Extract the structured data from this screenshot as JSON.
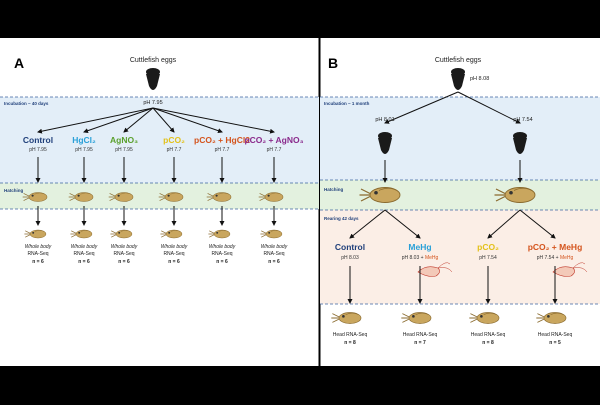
{
  "panelA": {
    "letter": "A",
    "top_label": "Cuttlefish eggs",
    "root_ph": "pH 7.95",
    "band_incubation": "Incubation ~ 40 days",
    "band_hatching": "Hatching",
    "groups": [
      {
        "name": "Control",
        "ph": "pH 7.95",
        "color": "#1f3f7a",
        "label1": "Whole body",
        "label2": "RNA-Seq",
        "n": "n = 6"
      },
      {
        "name": "HgCl₂",
        "ph": "pH 7.95",
        "color": "#2aa0d8",
        "label1": "Whole body",
        "label2": "RNA-Seq",
        "n": "n = 6"
      },
      {
        "name": "AgNO₃",
        "ph": "pH 7.95",
        "color": "#5aa02c",
        "label1": "Whole body",
        "label2": "RNA-Seq",
        "n": "n = 6"
      },
      {
        "name": "pCO₂",
        "ph": "pH 7.7",
        "color": "#e3c11a",
        "label1": "Whole body",
        "label2": "RNA-Seq",
        "n": "n = 6"
      },
      {
        "name": "pCO₂ + HgCl2",
        "ph": "pH 7.7",
        "color": "#d4541d",
        "label1": "Whole body",
        "label2": "RNA-Seq",
        "n": "n = 6"
      },
      {
        "name": "pCO₂ + AgNO₃",
        "ph": "pH 7.7",
        "color": "#8a2a8c",
        "label1": "Whole body",
        "label2": "RNA-Seq",
        "n": "n = 6"
      }
    ]
  },
  "panelB": {
    "letter": "B",
    "top_label": "Cuttlefish eggs",
    "root_ph": "pH 8.08",
    "band_incubation": "Incubation ~ 1 month",
    "band_hatching": "Hatching",
    "band_rearing": "Rearing 42 days",
    "branch_left_ph": "pH 8.01",
    "branch_right_ph": "pH 7.54",
    "groups": [
      {
        "name": "Control",
        "ph": "pH 8.03",
        "mehg": "",
        "color": "#1f3f7a",
        "label": "Head RNA-Seq",
        "n": "n = 8"
      },
      {
        "name": "MeHg",
        "ph": "pH 8.03 + ",
        "mehg": "MeHg",
        "color": "#2aa0d8",
        "label": "Head RNA-Seq",
        "n": "n = 7"
      },
      {
        "name": "pCO₂",
        "ph": "pH 7.54",
        "mehg": "",
        "color": "#e3c11a",
        "label": "Head RNA-Seq",
        "n": "n = 8"
      },
      {
        "name": "pCO₂ + MeHg",
        "ph": "pH 7.54 + ",
        "mehg": "MeHg",
        "color": "#d4541d",
        "label": "Head RNA-Seq",
        "n": "n = 5"
      }
    ],
    "mehg_color": "#d4541d"
  },
  "colors": {
    "band_blue": "#e3eef8",
    "band_green": "#e3f1df",
    "band_peach": "#fbeee6",
    "dash": "#3c64a0",
    "cuttlefish": "#c9a65e"
  }
}
